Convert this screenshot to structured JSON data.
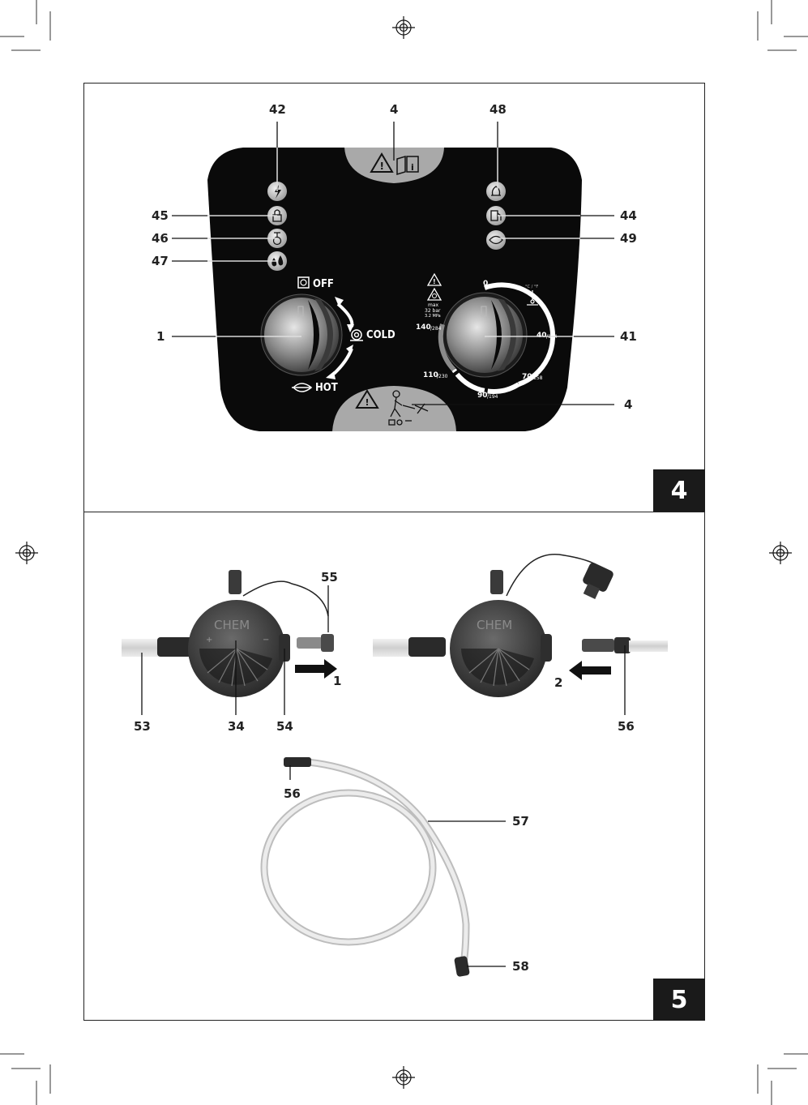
{
  "figures": {
    "fig4": "4",
    "fig5": "5"
  },
  "panel": {
    "off_label": "OFF",
    "cold_label": "COLD",
    "hot_label": "HOT",
    "scale_0": "0",
    "scale_40": "40",
    "scale_40_f": "/104",
    "scale_70": "70",
    "scale_70_f": "/158",
    "scale_90": "90",
    "scale_90_f": "/194",
    "scale_110": "110",
    "scale_110_f": "/230",
    "scale_140": "140",
    "scale_140_f": "/284",
    "max_label": "max",
    "bar_label": "32 bar",
    "mpa_label": "3.2 MPa",
    "degc_label": "°C / °F"
  },
  "callouts_fig4": {
    "c42": "42",
    "c4_top": "4",
    "c48": "48",
    "c45": "45",
    "c46": "46",
    "c47": "47",
    "c44": "44",
    "c49": "49",
    "c1": "1",
    "c41": "41",
    "c4_bottom": "4"
  },
  "callouts_fig5": {
    "c55": "55",
    "c1": "1",
    "c2": "2",
    "c53": "53",
    "c34": "34",
    "c54": "54",
    "c56_right": "56",
    "c56_hose": "56",
    "c57": "57",
    "c58": "58"
  },
  "filter": {
    "chem_label": "CHEM",
    "chem_label_2": "CHEM"
  }
}
